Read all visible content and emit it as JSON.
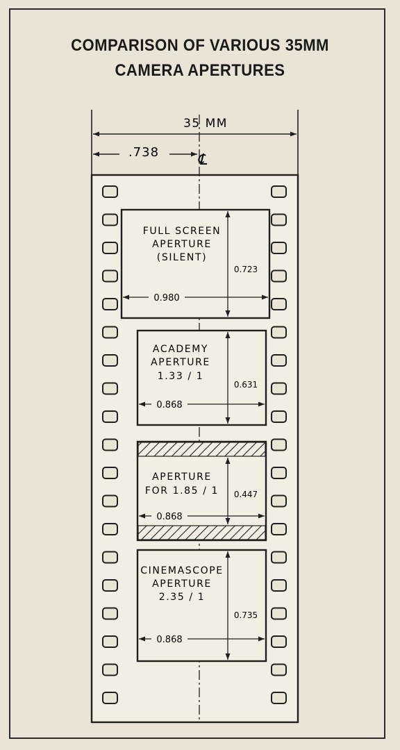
{
  "title": {
    "line1": "COMPARISON OF VARIOUS 35MM",
    "line2": "CAMERA APERTURES"
  },
  "dimensions": {
    "film_width": "35 MM",
    "centerline_symbol": "℄",
    "centerline_offset": ".738"
  },
  "apertures": [
    {
      "lines": [
        "FULL SCREEN",
        "APERTURE",
        "(SILENT)"
      ],
      "width": "0.980",
      "height": "0.723"
    },
    {
      "lines": [
        "ACADEMY",
        "APERTURE",
        "1.33 / 1"
      ],
      "width": "0.868",
      "height": "0.631"
    },
    {
      "lines": [
        "APERTURE",
        "FOR 1.85 / 1"
      ],
      "width": "0.868",
      "height": "0.447"
    },
    {
      "lines": [
        "CINEMASCOPE",
        "APERTURE",
        "2.35 / 1"
      ],
      "width": "0.868",
      "height": "0.735"
    }
  ],
  "colors": {
    "paper": "#e9e4d6",
    "ink": "#1f1f1f",
    "film": "#f2eee3"
  }
}
